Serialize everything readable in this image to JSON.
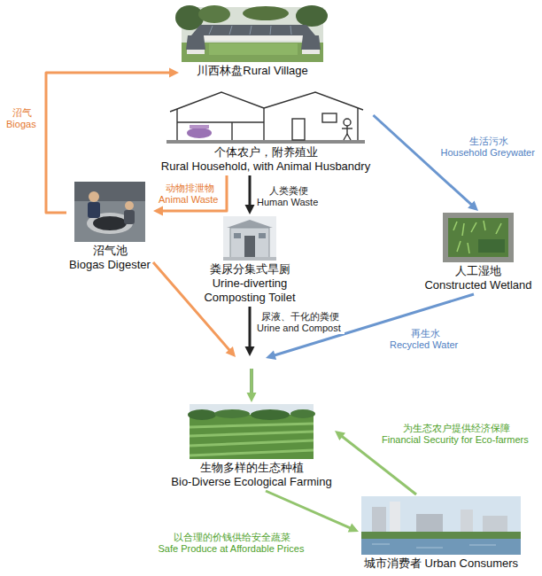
{
  "diagram": {
    "nodes": [
      {
        "text": [
          "川西林盘Rural Village"
        ]
      },
      {
        "text": [
          "个体农户，附养殖业",
          "Rural Household, with Animal Husbandry"
        ]
      },
      {
        "text": [
          "沼气池",
          "Biogas Digester"
        ]
      },
      {
        "text": [
          "粪尿分集式旱厕",
          "Urine-diverting Composting Toilet"
        ]
      },
      {
        "text": [
          "人工湿地",
          "Constructed Wetland"
        ]
      },
      {
        "text": [
          "生物多样的生态种植",
          "Bio-Diverse Ecological Farming"
        ]
      },
      {
        "text": [
          "城市消费者 Urban Consumers"
        ]
      }
    ],
    "edges": [
      {
        "from": 2,
        "to": 0,
        "label": "沼气 Biogas",
        "arrow": "to"
      },
      {
        "from": 1,
        "to": 2,
        "label": "动物排泄物 Animal Waste",
        "arrow": "to"
      },
      {
        "from": 1,
        "to": 3,
        "label": "人类粪便 Human Waste",
        "arrow": "to"
      },
      {
        "from": 1,
        "to": 4,
        "label": "生活污水 Household Greywater",
        "arrow": "to"
      },
      {
        "from": 2,
        "to": 5,
        "arrow": "to"
      },
      {
        "from": 3,
        "to": 5,
        "label": "尿液、干化的粪便 Urine and Compost",
        "arrow": "to"
      },
      {
        "from": 4,
        "to": 5,
        "label": "再生水 Recycled Water",
        "arrow": "to"
      },
      {
        "from": 5,
        "to": 6,
        "label": "以合理的价钱供给安全蔬菜 Safe Produce at Affordable Prices",
        "arrow": "to"
      },
      {
        "from": 6,
        "to": 5,
        "label": "为生态农户提供经济保障 Financial Security for Eco-farmers",
        "arrow": "to"
      }
    ]
  }
}
